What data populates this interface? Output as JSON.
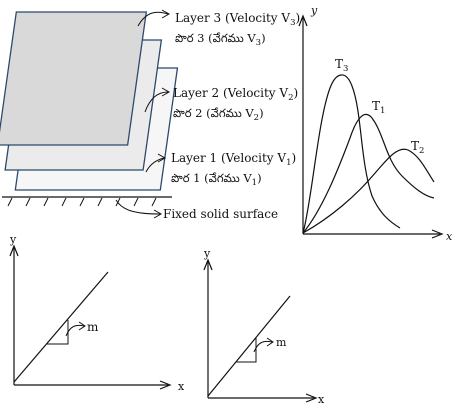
{
  "layers": [
    {
      "id": "layer-3",
      "label": "Layer 3 (Velocity V",
      "label_sub": "3",
      "label_end": ")",
      "label_te": "పొర 3 (వేగము V",
      "label_te_sub": "3",
      "label_te_end": ")",
      "fill": "#d9d9d9"
    },
    {
      "id": "layer-2",
      "label": "Layer 2 (Velocity V",
      "label_sub": "2",
      "label_end": ")",
      "label_te": "పొర 2 (వేగము V",
      "label_te_sub": "2",
      "label_te_end": ")",
      "fill": "#ebebeb"
    },
    {
      "id": "layer-1",
      "label": "Layer 1 (Velocity V",
      "label_sub": "1",
      "label_end": ")",
      "label_te": "పొర 1 (వేగము V",
      "label_te_sub": "1",
      "label_te_end": ")",
      "fill": "#f6f6f6"
    }
  ],
  "surface_label": "Fixed solid surface",
  "distribution_plot": {
    "y_label": "y",
    "x_label": "x",
    "curves": [
      {
        "id": "T3",
        "label": "T",
        "label_sub": "3"
      },
      {
        "id": "T1",
        "label": "T",
        "label_sub": "1"
      },
      {
        "id": "T2",
        "label": "T",
        "label_sub": "2"
      }
    ]
  },
  "slope_plot_left": {
    "y_label": "y",
    "x_label": "x",
    "slope_label": "m"
  },
  "slope_plot_right": {
    "y_label": "y",
    "x_label": "x",
    "slope_label": "m"
  },
  "colors": {
    "ink": "#111111",
    "background": "#ffffff"
  }
}
